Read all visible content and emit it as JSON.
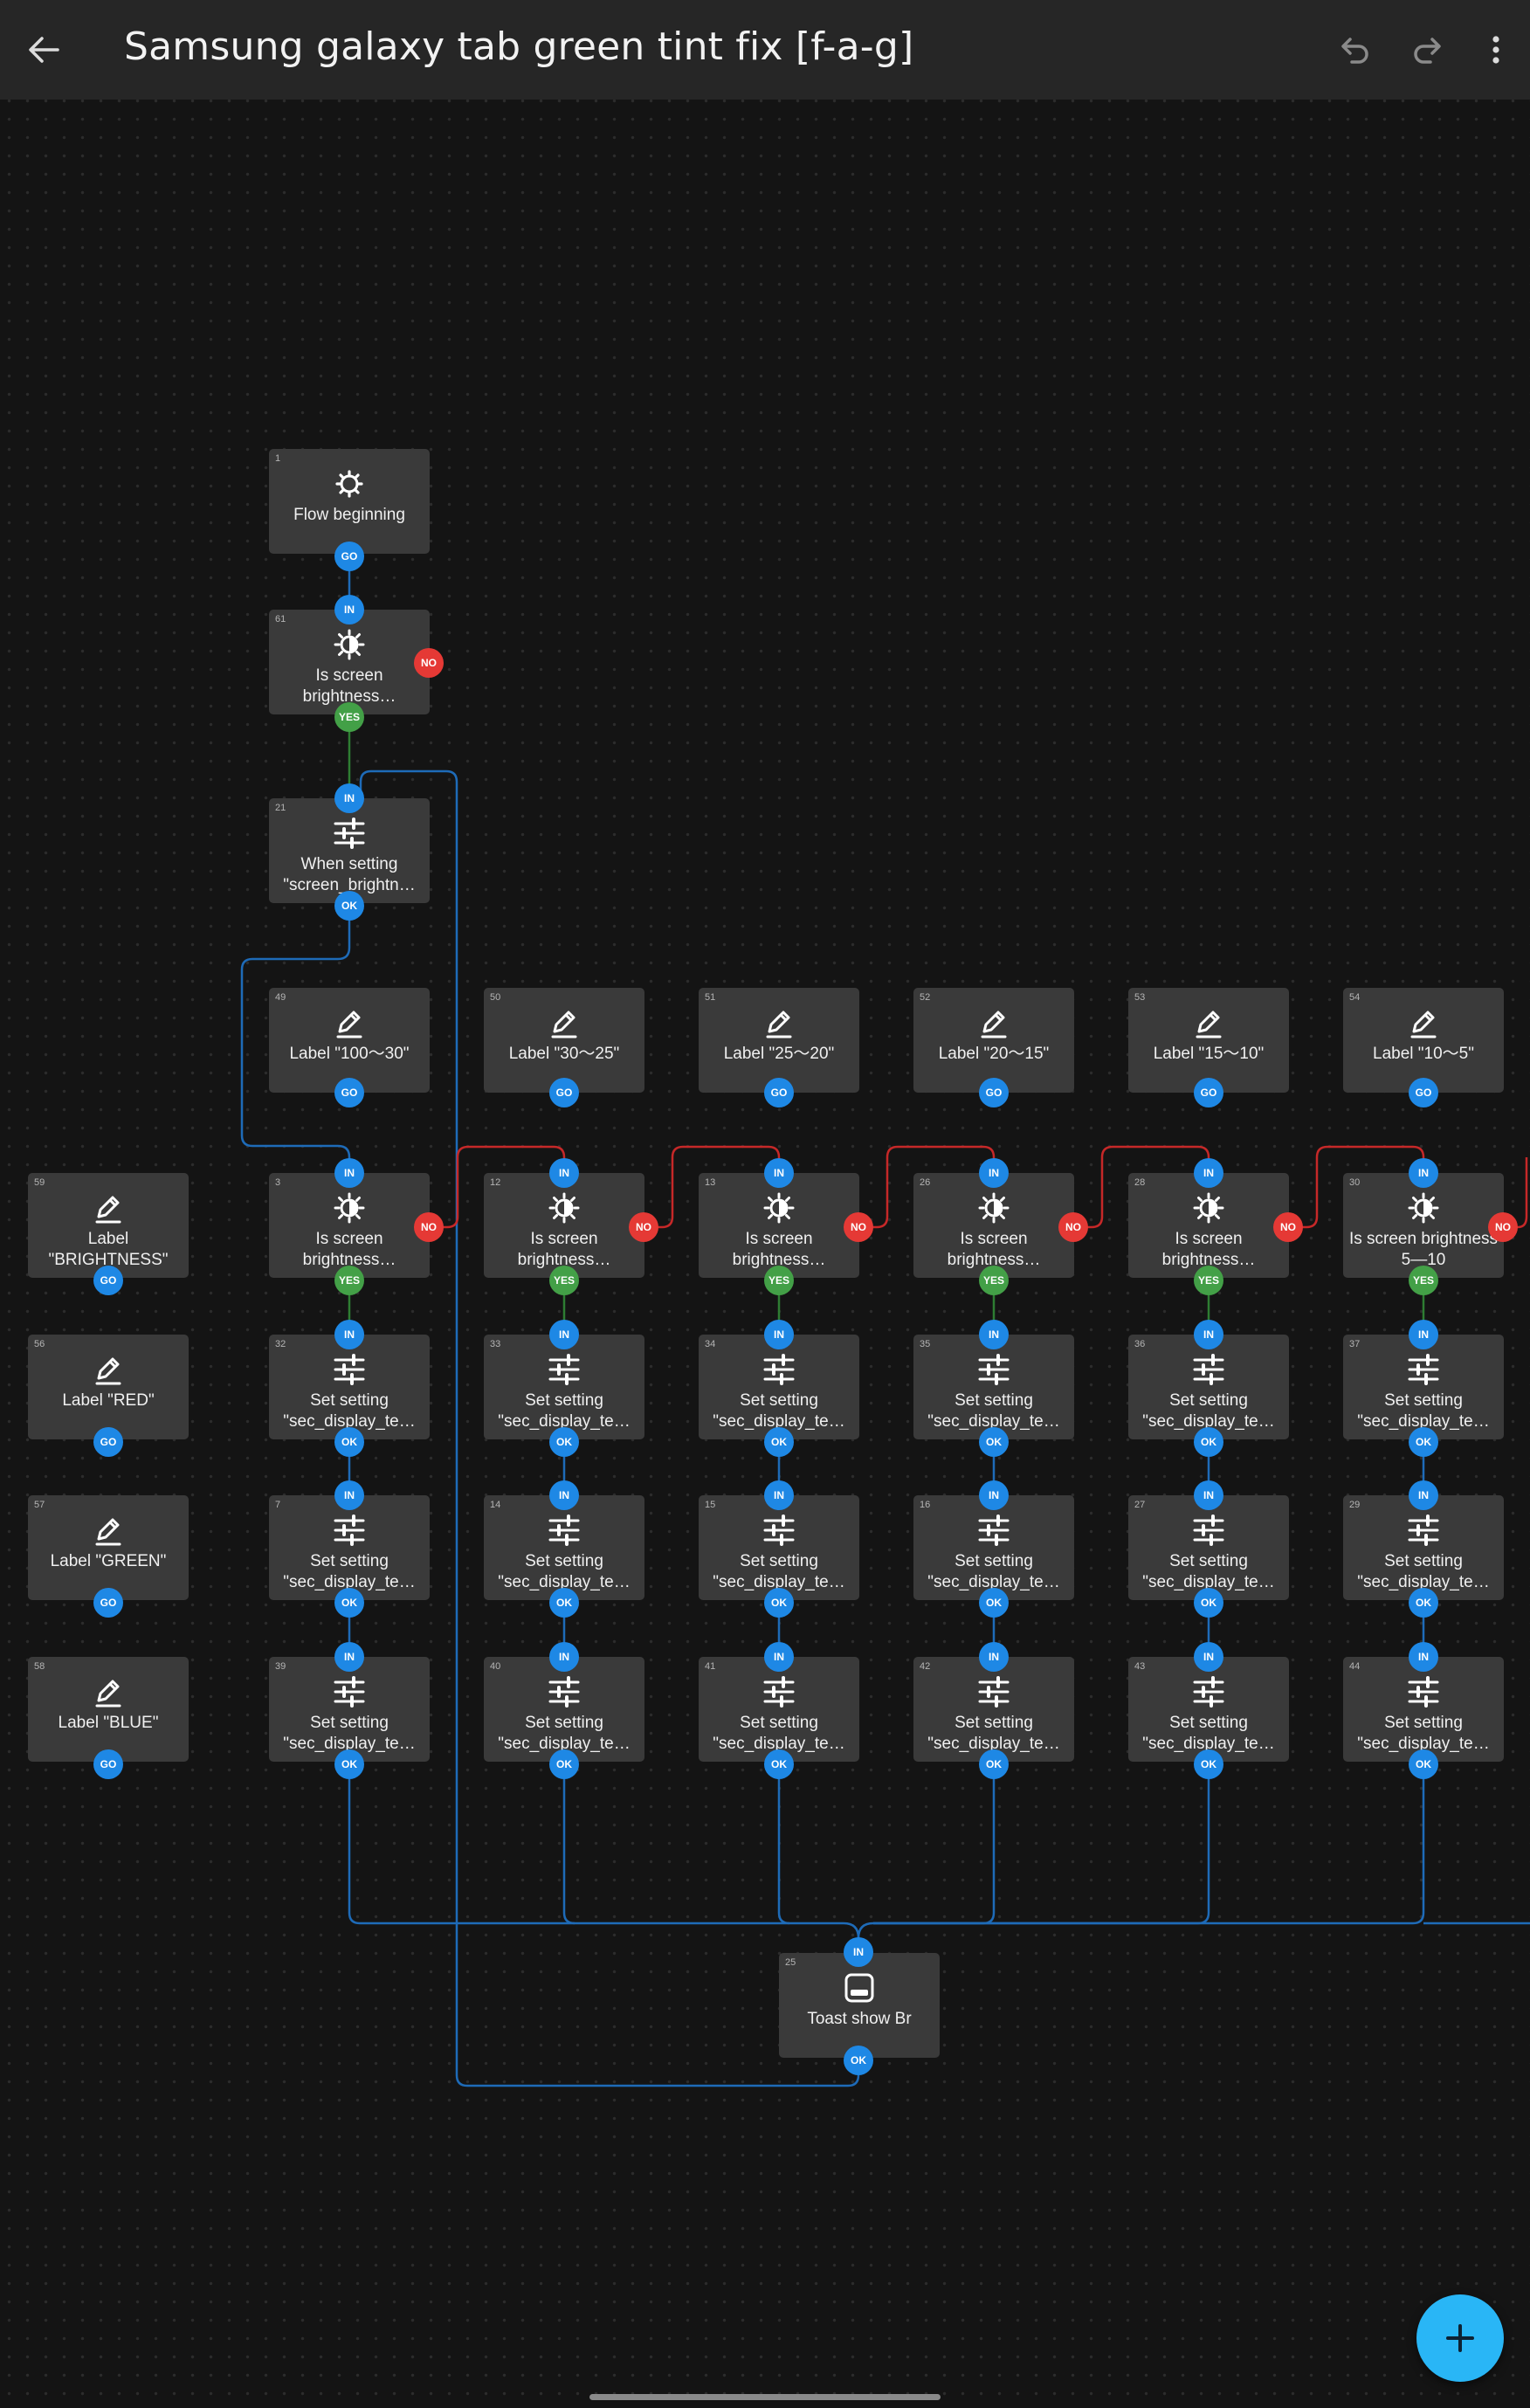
{
  "appbar": {
    "title": "Samsung galaxy tab green tint fix [f-a-g]",
    "back_icon": "arrow-back-icon",
    "undo_icon": "undo-icon",
    "redo_icon": "redo-icon",
    "menu_icon": "more-vert-icon"
  },
  "colors": {
    "background": "#141414",
    "appbar": "#262626",
    "node": "#3a3a3a",
    "port_blue": "#1e88e5",
    "port_green": "#43a047",
    "port_red": "#e53935",
    "wire_blue": "#1e6bb8",
    "wire_green": "#2e7d32",
    "wire_red": "#c62828",
    "fab": "#29b6f6"
  },
  "fab": {
    "icon": "plus-icon"
  },
  "nodes": [
    {
      "id": "1",
      "number": "1",
      "label": "Flow beginning",
      "icon": "gear-icon",
      "ports": {
        "out": "GO"
      }
    },
    {
      "id": "61",
      "number": "61",
      "label": "Is screen brightness…",
      "icon": "brightness-icon",
      "ports": {
        "in": "IN",
        "yes": "YES",
        "no": "NO"
      }
    },
    {
      "id": "21",
      "number": "21",
      "label": "When setting \"screen_brightn…",
      "icon": "sliders-icon",
      "ports": {
        "in": "IN",
        "out": "OK"
      }
    },
    {
      "id": "49",
      "number": "49",
      "label": "Label \"100～30\"",
      "icon": "pencil-icon",
      "ports": {
        "out": "GO"
      }
    },
    {
      "id": "50",
      "number": "50",
      "label": "Label \"30～25\"",
      "icon": "pencil-icon",
      "ports": {
        "out": "GO"
      }
    },
    {
      "id": "51",
      "number": "51",
      "label": "Label \"25～20\"",
      "icon": "pencil-icon",
      "ports": {
        "out": "GO"
      }
    },
    {
      "id": "52",
      "number": "52",
      "label": "Label \"20～15\"",
      "icon": "pencil-icon",
      "ports": {
        "out": "GO"
      }
    },
    {
      "id": "53",
      "number": "53",
      "label": "Label \"15～10\"",
      "icon": "pencil-icon",
      "ports": {
        "out": "GO"
      }
    },
    {
      "id": "54",
      "number": "54",
      "label": "Label \"10～5\"",
      "icon": "pencil-icon",
      "ports": {
        "out": "GO"
      }
    },
    {
      "id": "59",
      "number": "59",
      "label": "Label \"BRIGHTNESS\"",
      "icon": "pencil-icon",
      "ports": {
        "out": "GO"
      }
    },
    {
      "id": "3",
      "number": "3",
      "label": "Is screen brightness…",
      "icon": "brightness-icon",
      "ports": {
        "in": "IN",
        "yes": "YES",
        "no": "NO"
      }
    },
    {
      "id": "12",
      "number": "12",
      "label": "Is screen brightness…",
      "icon": "brightness-icon",
      "ports": {
        "in": "IN",
        "yes": "YES",
        "no": "NO"
      }
    },
    {
      "id": "13",
      "number": "13",
      "label": "Is screen brightness…",
      "icon": "brightness-icon",
      "ports": {
        "in": "IN",
        "yes": "YES",
        "no": "NO"
      }
    },
    {
      "id": "26",
      "number": "26",
      "label": "Is screen brightness…",
      "icon": "brightness-icon",
      "ports": {
        "in": "IN",
        "yes": "YES",
        "no": "NO"
      }
    },
    {
      "id": "28",
      "number": "28",
      "label": "Is screen brightness…",
      "icon": "brightness-icon",
      "ports": {
        "in": "IN",
        "yes": "YES",
        "no": "NO"
      }
    },
    {
      "id": "30",
      "number": "30",
      "label": "Is screen brightness 5—10",
      "icon": "brightness-icon",
      "ports": {
        "in": "IN",
        "yes": "YES",
        "no": "NO"
      }
    },
    {
      "id": "56",
      "number": "56",
      "label": "Label \"RED\"",
      "icon": "pencil-icon",
      "ports": {
        "out": "GO"
      }
    },
    {
      "id": "32",
      "number": "32",
      "label": "Set setting \"sec_display_te…",
      "icon": "sliders-icon",
      "ports": {
        "in": "IN",
        "out": "OK"
      }
    },
    {
      "id": "33",
      "number": "33",
      "label": "Set setting \"sec_display_te…",
      "icon": "sliders-icon",
      "ports": {
        "in": "IN",
        "out": "OK"
      }
    },
    {
      "id": "34",
      "number": "34",
      "label": "Set setting \"sec_display_te…",
      "icon": "sliders-icon",
      "ports": {
        "in": "IN",
        "out": "OK"
      }
    },
    {
      "id": "35",
      "number": "35",
      "label": "Set setting \"sec_display_te…",
      "icon": "sliders-icon",
      "ports": {
        "in": "IN",
        "out": "OK"
      }
    },
    {
      "id": "36",
      "number": "36",
      "label": "Set setting \"sec_display_te…",
      "icon": "sliders-icon",
      "ports": {
        "in": "IN",
        "out": "OK"
      }
    },
    {
      "id": "37",
      "number": "37",
      "label": "Set setting \"sec_display_te…",
      "icon": "sliders-icon",
      "ports": {
        "in": "IN",
        "out": "OK"
      }
    },
    {
      "id": "57",
      "number": "57",
      "label": "Label \"GREEN\"",
      "icon": "pencil-icon",
      "ports": {
        "out": "GO"
      }
    },
    {
      "id": "7",
      "number": "7",
      "label": "Set setting \"sec_display_te…",
      "icon": "sliders-icon",
      "ports": {
        "in": "IN",
        "out": "OK"
      }
    },
    {
      "id": "14",
      "number": "14",
      "label": "Set setting \"sec_display_te…",
      "icon": "sliders-icon",
      "ports": {
        "in": "IN",
        "out": "OK"
      }
    },
    {
      "id": "15",
      "number": "15",
      "label": "Set setting \"sec_display_te…",
      "icon": "sliders-icon",
      "ports": {
        "in": "IN",
        "out": "OK"
      }
    },
    {
      "id": "16",
      "number": "16",
      "label": "Set setting \"sec_display_te…",
      "icon": "sliders-icon",
      "ports": {
        "in": "IN",
        "out": "OK"
      }
    },
    {
      "id": "27",
      "number": "27",
      "label": "Set setting \"sec_display_te…",
      "icon": "sliders-icon",
      "ports": {
        "in": "IN",
        "out": "OK"
      }
    },
    {
      "id": "29",
      "number": "29",
      "label": "Set setting \"sec_display_te…",
      "icon": "sliders-icon",
      "ports": {
        "in": "IN",
        "out": "OK"
      }
    },
    {
      "id": "58",
      "number": "58",
      "label": "Label \"BLUE\"",
      "icon": "pencil-icon",
      "ports": {
        "out": "GO"
      }
    },
    {
      "id": "39",
      "number": "39",
      "label": "Set setting \"sec_display_te…",
      "icon": "sliders-icon",
      "ports": {
        "in": "IN",
        "out": "OK"
      }
    },
    {
      "id": "40",
      "number": "40",
      "label": "Set setting \"sec_display_te…",
      "icon": "sliders-icon",
      "ports": {
        "in": "IN",
        "out": "OK"
      }
    },
    {
      "id": "41",
      "number": "41",
      "label": "Set setting \"sec_display_te…",
      "icon": "sliders-icon",
      "ports": {
        "in": "IN",
        "out": "OK"
      }
    },
    {
      "id": "42",
      "number": "42",
      "label": "Set setting \"sec_display_te…",
      "icon": "sliders-icon",
      "ports": {
        "in": "IN",
        "out": "OK"
      }
    },
    {
      "id": "43",
      "number": "43",
      "label": "Set setting \"sec_display_te…",
      "icon": "sliders-icon",
      "ports": {
        "in": "IN",
        "out": "OK"
      }
    },
    {
      "id": "44",
      "number": "44",
      "label": "Set setting \"sec_display_te…",
      "icon": "sliders-icon",
      "ports": {
        "in": "IN",
        "out": "OK"
      }
    },
    {
      "id": "25",
      "number": "25",
      "label": "Toast show Br",
      "icon": "toast-icon",
      "ports": {
        "in": "IN",
        "out": "OK"
      }
    }
  ],
  "connections": [
    {
      "from": "1",
      "port": "GO",
      "to": "61"
    },
    {
      "from": "61",
      "port": "YES",
      "to": "21"
    },
    {
      "from": "21",
      "port": "OK",
      "to": "3"
    },
    {
      "from": "3",
      "port": "YES",
      "to": "32"
    },
    {
      "from": "3",
      "port": "NO",
      "to": "12"
    },
    {
      "from": "12",
      "port": "YES",
      "to": "33"
    },
    {
      "from": "12",
      "port": "NO",
      "to": "13"
    },
    {
      "from": "13",
      "port": "YES",
      "to": "34"
    },
    {
      "from": "13",
      "port": "NO",
      "to": "26"
    },
    {
      "from": "26",
      "port": "YES",
      "to": "35"
    },
    {
      "from": "26",
      "port": "NO",
      "to": "28"
    },
    {
      "from": "28",
      "port": "YES",
      "to": "36"
    },
    {
      "from": "28",
      "port": "NO",
      "to": "30"
    },
    {
      "from": "30",
      "port": "YES",
      "to": "37"
    },
    {
      "from": "32",
      "port": "OK",
      "to": "7"
    },
    {
      "from": "33",
      "port": "OK",
      "to": "14"
    },
    {
      "from": "34",
      "port": "OK",
      "to": "15"
    },
    {
      "from": "35",
      "port": "OK",
      "to": "16"
    },
    {
      "from": "36",
      "port": "OK",
      "to": "27"
    },
    {
      "from": "37",
      "port": "OK",
      "to": "29"
    },
    {
      "from": "7",
      "port": "OK",
      "to": "39"
    },
    {
      "from": "14",
      "port": "OK",
      "to": "40"
    },
    {
      "from": "15",
      "port": "OK",
      "to": "41"
    },
    {
      "from": "16",
      "port": "OK",
      "to": "42"
    },
    {
      "from": "27",
      "port": "OK",
      "to": "43"
    },
    {
      "from": "29",
      "port": "OK",
      "to": "44"
    },
    {
      "from": "39",
      "port": "OK",
      "to": "25"
    },
    {
      "from": "40",
      "port": "OK",
      "to": "25"
    },
    {
      "from": "41",
      "port": "OK",
      "to": "25"
    },
    {
      "from": "42",
      "port": "OK",
      "to": "25"
    },
    {
      "from": "43",
      "port": "OK",
      "to": "25"
    },
    {
      "from": "44",
      "port": "OK",
      "to": "25"
    },
    {
      "from": "25",
      "port": "OK",
      "to": "21"
    }
  ]
}
